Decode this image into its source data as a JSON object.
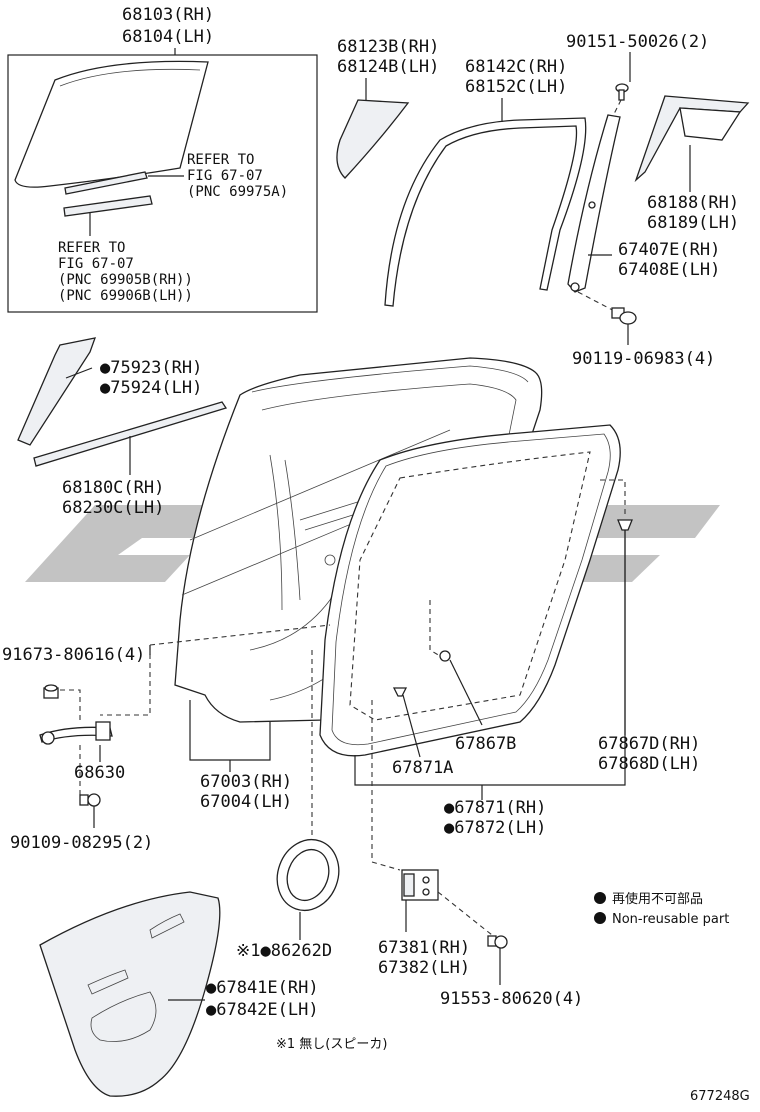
{
  "labels": {
    "glass": [
      "68103(RH)",
      "68104(LH)"
    ],
    "refer_run": [
      "REFER TO",
      "FIG 67-07",
      "(PNC 69975A)"
    ],
    "refer_belt": [
      "REFER TO",
      "FIG 67-07",
      "(PNC 69905B(RH))",
      "(PNC 69906B(LH))"
    ],
    "quarter_glass": [
      "68123B(RH)",
      "68124B(LH)"
    ],
    "run_channel": [
      "68142C(RH)",
      "68152C(LH)"
    ],
    "screw_top": "90151-50026(2)",
    "quarter_frame": [
      "68188(RH)",
      "68189(LH)"
    ],
    "division_bar": [
      "67407E(RH)",
      "67408E(LH)"
    ],
    "bolt_division": "90119-06983(4)",
    "garnish": [
      "●75923(RH)",
      "●75924(LH)"
    ],
    "belt_moulding": [
      "68180C(RH)",
      "68230C(LH)"
    ],
    "bolt_check": "91673-80616(4)",
    "door_check": "68630",
    "bolt_check_lower": "90109-08295(2)",
    "door_panel": [
      "67003(RH)",
      "67004(LH)"
    ],
    "clip_b": "67867B",
    "clip_d": [
      "67867D(RH)",
      "67868D(LH)"
    ],
    "clip_a": "67871A",
    "weatherstrip": [
      "●67871(RH)",
      "●67872(LH)"
    ],
    "speaker_cover": "※1●86262D",
    "hinge": [
      "67381(RH)",
      "67382(LH)"
    ],
    "bolt_hinge": "91553-80620(4)",
    "service_cover": [
      "●67841E(RH)",
      "●67842E(LH)"
    ],
    "footnote": "※1 無し(スピーカ)",
    "legend_jp": "再使用不可部品",
    "legend_en": "Non-reusable part",
    "figure_id": "677248G"
  },
  "colors": {
    "watermark": "#bdbdbd",
    "ink": "#111111"
  }
}
